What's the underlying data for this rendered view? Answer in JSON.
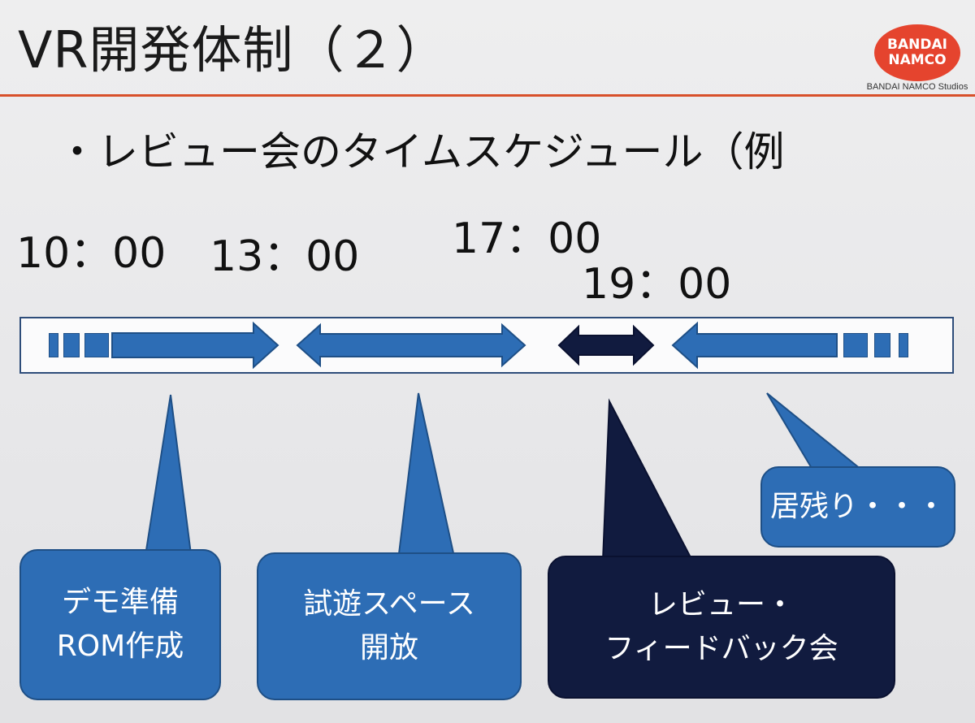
{
  "slide": {
    "title": "VR開発体制（２）",
    "logo_line1": "BANDAI",
    "logo_line2": "NAMCO",
    "logo_sub": "BANDAI NAMCO Studios",
    "bullet": "・レビュー会のタイムスケジュール（例"
  },
  "times": [
    "10：00",
    "13：00",
    "17：00",
    "19：00"
  ],
  "bubbles": [
    {
      "line1": "デモ準備",
      "line2": "ROM作成"
    },
    {
      "line1": "試遊スペース",
      "line2": "開放"
    },
    {
      "line1": "レビュー・",
      "line2": "フィードバック会"
    },
    {
      "line1": "居残り・・・"
    }
  ],
  "colors": {
    "accent_red": "#d8502a",
    "arrow_blue": "#2d6db5",
    "arrow_dark": "#111b3f"
  }
}
